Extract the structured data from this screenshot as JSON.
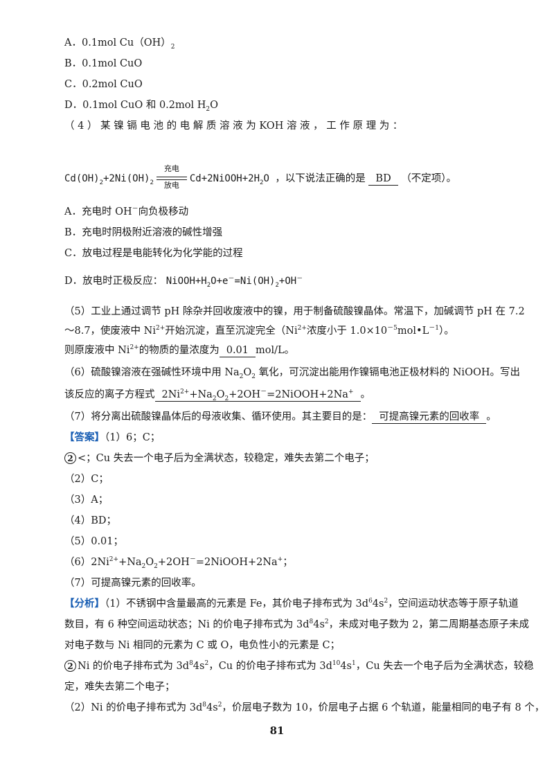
{
  "options_q3": {
    "a": "A．0.1mol Cu（OH）",
    "a_sub": "2",
    "b": "B．0.1mol CuO",
    "c": "C．0.2mol CuO",
    "d": "D．0.1mol CuO 和 0.2mol H",
    "d_sub": "2",
    "d_tail": "O"
  },
  "q4": {
    "intro": "（ 4 ） 某 镍 镉 电 池 的 电 解 质 溶 液 为 KOH 溶 液 ， 工 作 原 理 为 ：",
    "eq_left": "Cd(OH)",
    "eq_left_sub": "2",
    "eq_left2": "+2Ni(OH)",
    "eq_left2_sub": "2",
    "arrow_top": "充电",
    "arrow_bot": "放电",
    "eq_right": "Cd+2NiOOH+2H",
    "eq_right_sub": "2",
    "eq_right_tail": "O",
    "text_after": "，以下说法正确的是",
    "answer": "BD",
    "suffix": "（不定项）。",
    "opt_a": "A．充电时 OH",
    "opt_a_sup": "－",
    "opt_a_tail": "向负极移动",
    "opt_b": "B．充电时阴极附近溶液的碱性增强",
    "opt_c": "C．放电过程是电能转化为化学能的过程",
    "opt_d": "D．放电时正极反应：",
    "opt_d_eq": "NiOOH+H",
    "opt_d_eq_sub": "2",
    "opt_d_eq2": "O+e",
    "opt_d_eq2_sup": "－",
    "opt_d_eq3": "=Ni(OH)",
    "opt_d_eq3_sub": "2",
    "opt_d_eq4": "+OH",
    "opt_d_eq4_sup": "－"
  },
  "q5": {
    "line1": "（5）工业上通过调节 pH 除杂并回收废液中的镍，用于制备硫酸镍晶体。常温下，加碱调节 pH 在 7.2",
    "line2a": "～8.7，使废液中 Ni",
    "line2_sup": "2+",
    "line2b": "开始沉淀，直至沉淀完全（Ni",
    "line2_sup2": "2+",
    "line2c": "浓度小于 1.0×10",
    "line2_sup3": "－5",
    "line2d": "mol•L",
    "line2_sup4": "－1",
    "line2e": "）。",
    "line3a": "则原废液中 Ni",
    "line3_sup": "2+",
    "line3b": "的物质的量浓度为",
    "answer": "0.01",
    "line3c": "mol/L。"
  },
  "q6": {
    "line1a": "（6）硫酸镍溶液在强碱性环境中用 Na",
    "line1_sub": "2",
    "line1b": "O",
    "line1_sub2": "2",
    "line1c": " 氧化，可沉淀出能用作镍镉电池正极材料的 NiOOH。写出",
    "line2a": "该反应的离子方程式",
    "ans_a": "2Ni",
    "ans_sup": "2+",
    "ans_b": "+Na",
    "ans_sub": "2",
    "ans_c": "O",
    "ans_sub2": "2",
    "ans_d": "+2OH",
    "ans_sup2": "－",
    "ans_e": "=2NiOOH+2Na",
    "ans_sup3": "+",
    "line2b": "。"
  },
  "q7": {
    "line": "（7）将分离出硫酸镍晶体后的母液收集、循环使用。其主要目的是：",
    "answer": "可提高镍元素的回收率",
    "tail": "。"
  },
  "answer_section": {
    "label": "【答案】",
    "a1": "（1）6；C；",
    "a1b_circ": "2",
    "a1b": "<；Cu 失去一个电子后为全满状态，较稳定，难失去第二个电子；",
    "a2": "（2）C；",
    "a3": "（3）A；",
    "a4": "（4）BD；",
    "a5": "（5）0.01；",
    "a6a": "（6）2Ni",
    "a6_sup": "2+",
    "a6b": "+Na",
    "a6_sub": "2",
    "a6c": "O",
    "a6_sub2": "2",
    "a6d": "+2OH",
    "a6_sup2": "－",
    "a6e": "=2NiOOH+2Na",
    "a6_sup3": "+",
    "a6f": "；",
    "a7": "（7）可提高镍元素的回收率。"
  },
  "analysis_section": {
    "label": "【分析】",
    "l1a": "（1）不锈钢中含量最高的元素是 Fe，其价电子排布式为 3d",
    "l1_sup": "6",
    "l1b": "4s",
    "l1_sup2": "2",
    "l1c": "，空间运动状态等于原子轨道",
    "l2a": "数目，有 6 种空间运动状态；Ni 的价电子排布式为 3d",
    "l2_sup": "8",
    "l2b": "4s",
    "l2_sup2": "2",
    "l2c": "，未成对电子数为 2，第二周期基态原子未成",
    "l3": "对电子数与 Ni 相同的元素为 C 或 O，电负性小的元素是 C；",
    "l4_circ": "2",
    "l4a": "Ni 的价电子排布式为 3d",
    "l4_sup": "8",
    "l4b": "4s",
    "l4_sup2": "2",
    "l4c": "，Cu 的价电子排布式为 3d",
    "l4_sup3": "10",
    "l4d": "4s",
    "l4_sup4": "1",
    "l4e": "，Cu 失去一个电子后为全满状态，较稳",
    "l5": "定，难失去第二个电子；",
    "l6a": "（2）Ni 的价电子排布式为 3d",
    "l6_sup": "8",
    "l6b": "4s",
    "l6_sup2": "2",
    "l6c": "，价层电子数为 10，价层电子占据 6 个轨道，能量相同的电子有 8 个，"
  },
  "page_number": "81"
}
